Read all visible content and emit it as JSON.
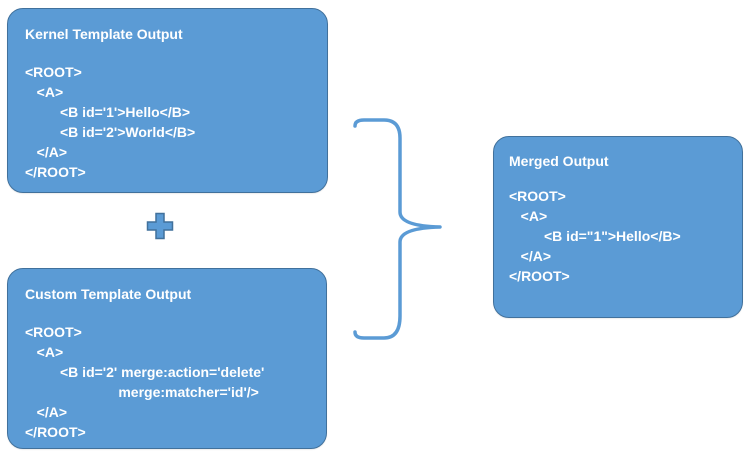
{
  "diagram": {
    "boxes": [
      {
        "id": "kernel",
        "title": "Kernel Template Output",
        "code": "<ROOT>\n   <A>\n         <B id='1'>Hello</B>\n         <B id='2'>World</B>\n   </A>\n</ROOT>"
      },
      {
        "id": "custom",
        "title": "Custom Template Output",
        "code": "<ROOT>\n   <A>\n         <B id='2' merge:action='delete'\n                        merge:matcher='id'/>\n   </A>\n</ROOT>"
      },
      {
        "id": "merged",
        "title": "Merged Output",
        "code": "<ROOT>\n   <A>\n         <B id=\"1\">Hello</B>\n   </A>\n</ROOT>"
      }
    ],
    "connectors": {
      "plus_icon": "plus-sign between kernel and custom template boxes",
      "brace_icon": "right curly brace grouping both templates into merged output"
    },
    "colors": {
      "box_fill": "#5B9BD5",
      "box_border": "#41719C",
      "text": "#FFFFFF",
      "connector": "#5B9BD5"
    }
  }
}
